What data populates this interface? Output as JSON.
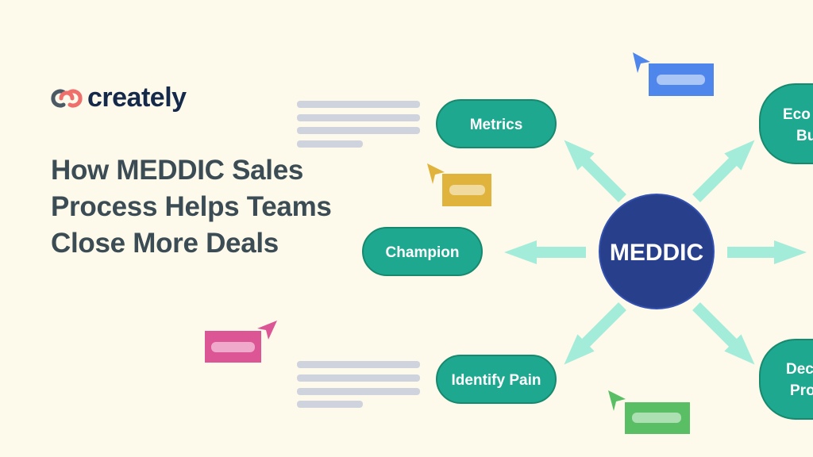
{
  "brand": {
    "name": "creately"
  },
  "headline": {
    "lines": [
      "How MEDDIC Sales",
      "Process Helps Teams",
      "Close More Deals"
    ]
  },
  "diagram": {
    "center": "MEDDIC",
    "nodes": {
      "metrics": "Metrics",
      "champion": "Champion",
      "identify_pain": "Identify Pain",
      "economic_buyer_line1": "Eco",
      "economic_buyer_line2": "Bu",
      "decision_process_line1": "Dec",
      "decision_process_line2": "Pro"
    }
  },
  "colors": {
    "background": "#fdf9eb",
    "node_fill": "#1ea890",
    "node_stroke": "#17896f",
    "center_fill": "#283f8c",
    "center_stroke": "#3451b0",
    "arrow": "#a3ecd9",
    "text_lines": "#cfd3dd",
    "cursor_blue": "#4f86ec",
    "cursor_yellow": "#e0b33c",
    "cursor_pink": "#dc5595",
    "cursor_green": "#5abe64",
    "logo_text": "#15294b",
    "headline_text": "#3b4c55"
  }
}
